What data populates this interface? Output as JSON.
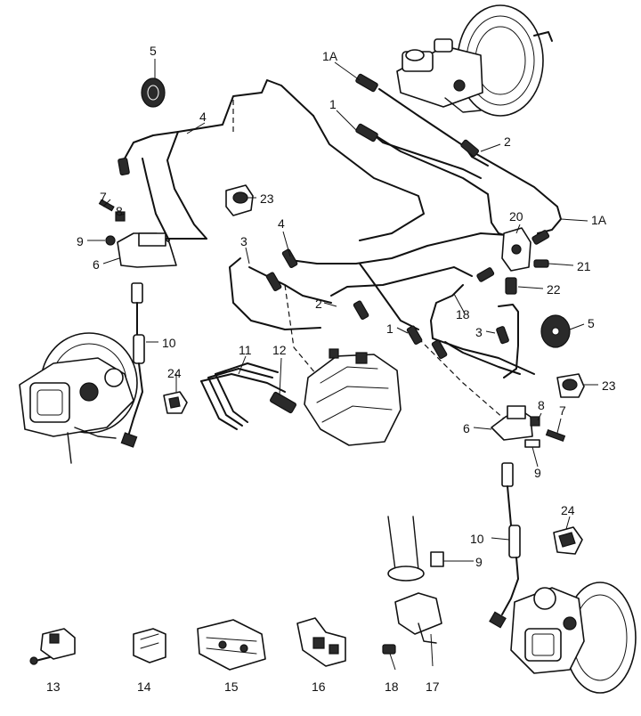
{
  "labels": {
    "l1A_top": "1A",
    "l1_top": "1",
    "l2_top": "2",
    "l1A_right": "1A",
    "l5_top": "5",
    "l4_top": "4",
    "l23_top": "23",
    "l7_left": "7",
    "l8_left": "8",
    "l9_left": "9",
    "l6_left": "6",
    "l10_left": "10",
    "l24_left": "24",
    "l3_mid": "3",
    "l4_mid": "4",
    "l20": "20",
    "l21": "21",
    "l22": "22",
    "l2_mid": "2",
    "l18_mid": "18",
    "l1_mid": "1",
    "l3_right": "3",
    "l5_right": "5",
    "l11": "11",
    "l12": "12",
    "l23_right": "23",
    "l6_right": "6",
    "l8_right": "8",
    "l7_right": "7",
    "l9_right": "9",
    "l24_right": "24",
    "l10_right": "10",
    "l9_low": "9",
    "l13": "13",
    "l14": "14",
    "l15": "15",
    "l16": "16",
    "l18_bottom": "18",
    "l17": "17"
  }
}
